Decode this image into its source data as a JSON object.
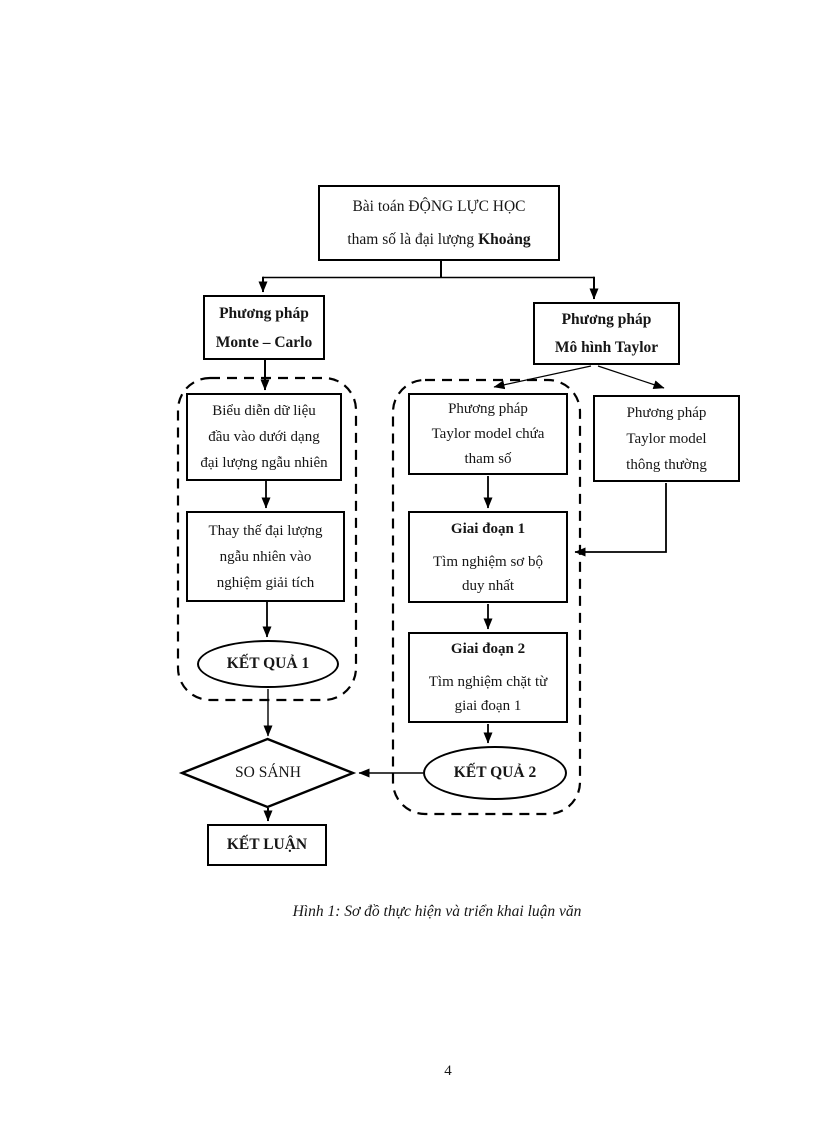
{
  "caption": "Hình 1: Sơ đồ thực hiện và triển khai luận văn",
  "page": {
    "number": "4"
  },
  "colors": {
    "line": "#000000",
    "text": "#161616",
    "background": "#ffffff"
  },
  "flowchart": {
    "problem_box": {
      "line1": "Bài toán ĐỘNG LỰC HỌC",
      "line2_prefix": "tham số là đại lượng ",
      "line2_bold": "Khoảng"
    },
    "monte_carlo_header": {
      "line1": "Phương pháp",
      "line2": "Monte – Carlo"
    },
    "taylor_header": {
      "line1": "Phương pháp",
      "line2": "Mô hình Taylor"
    },
    "monte_step1": {
      "line1": "Biểu diễn dữ liệu",
      "line2": "đầu vào dưới dạng",
      "line3": "đại lượng ngẫu nhiên"
    },
    "monte_step2": {
      "line1": "Thay thế đại lượng",
      "line2": "ngẫu nhiên vào",
      "line3": "nghiệm giải tích"
    },
    "result1": "KẾT QUẢ 1",
    "taylor_param_box": {
      "line1": "Phương pháp",
      "line2": "Taylor model chứa",
      "line3": "tham số"
    },
    "taylor_normal_box": {
      "line1": "Phương pháp",
      "line2": "Taylor model",
      "line3": "thông thường"
    },
    "stage1": {
      "title": "Giai đoạn 1",
      "line1": "Tìm nghiệm sơ bộ",
      "line2": "duy nhất"
    },
    "stage2": {
      "title": "Giai đoạn 2",
      "line1": "Tìm nghiệm chặt từ",
      "line2": "giai đoạn 1"
    },
    "result2": "KẾT QUẢ 2",
    "compare": "SO SÁNH",
    "conclusion": "KẾT LUẬN"
  }
}
